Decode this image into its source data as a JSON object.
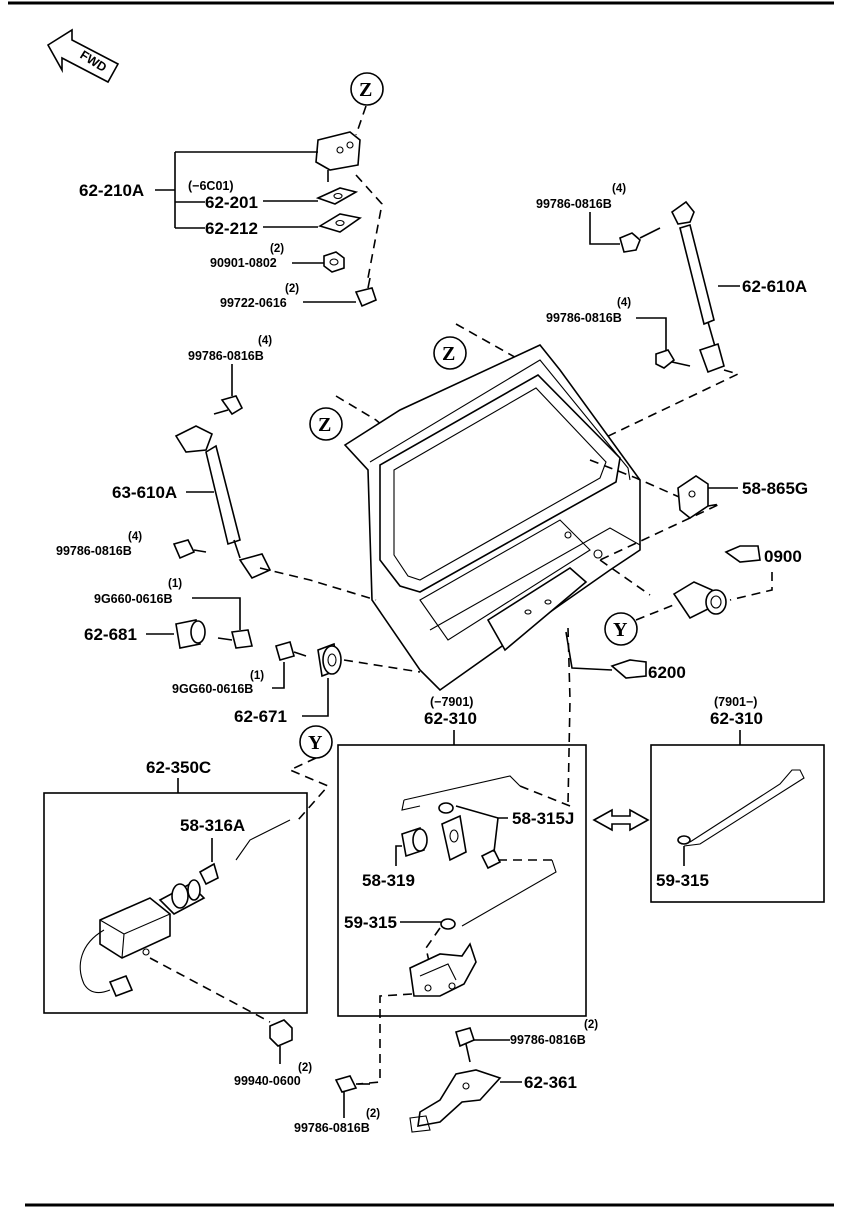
{
  "labels": {
    "p62_210A": "62-210A",
    "p_6C01": "(−6C01)",
    "p62_201": "62-201",
    "p62_212": "62-212",
    "q90901": "(2)",
    "p90901": "90901-0802",
    "q99722": "(2)",
    "p99722": "99722-0616",
    "q99786_a": "(4)",
    "p99786_a": "99786-0816B",
    "p62_610A": "62-610A",
    "q99786_b": "(4)",
    "p99786_b": "99786-0816B",
    "q99786_c": "(4)",
    "p99786_c": "99786-0816B",
    "p63_610A": "63-610A",
    "q99786_d": "(4)",
    "p99786_d": "99786-0816B",
    "p58_865G": "58-865G",
    "p0900": "0900",
    "q9G660": "(1)",
    "p9G660": "9G660-0616B",
    "p62_681": "62-681",
    "q9GG60": "(1)",
    "p9GG60": "9GG60-0616B",
    "p62_671": "62-671",
    "p6200": "6200",
    "p_7901a": "(−7901)",
    "p62_310a": "62-310",
    "p_7901b": "(7901−)",
    "p62_310b": "62-310",
    "p62_350C": "62-350C",
    "p58_316A": "58-316A",
    "p58_315J": "58-315J",
    "p58_319": "58-319",
    "p59_315a": "59-315",
    "p59_315b": "59-315",
    "q99786_e": "(2)",
    "p99786_e": "99786-0816B",
    "p62_361": "62-361",
    "q99940": "(2)",
    "p99940": "99940-0600",
    "q99786_f": "(2)",
    "p99786_f": "99786-0816B",
    "fwd": "FWD",
    "callout_z": "Z",
    "callout_y": "Y"
  }
}
